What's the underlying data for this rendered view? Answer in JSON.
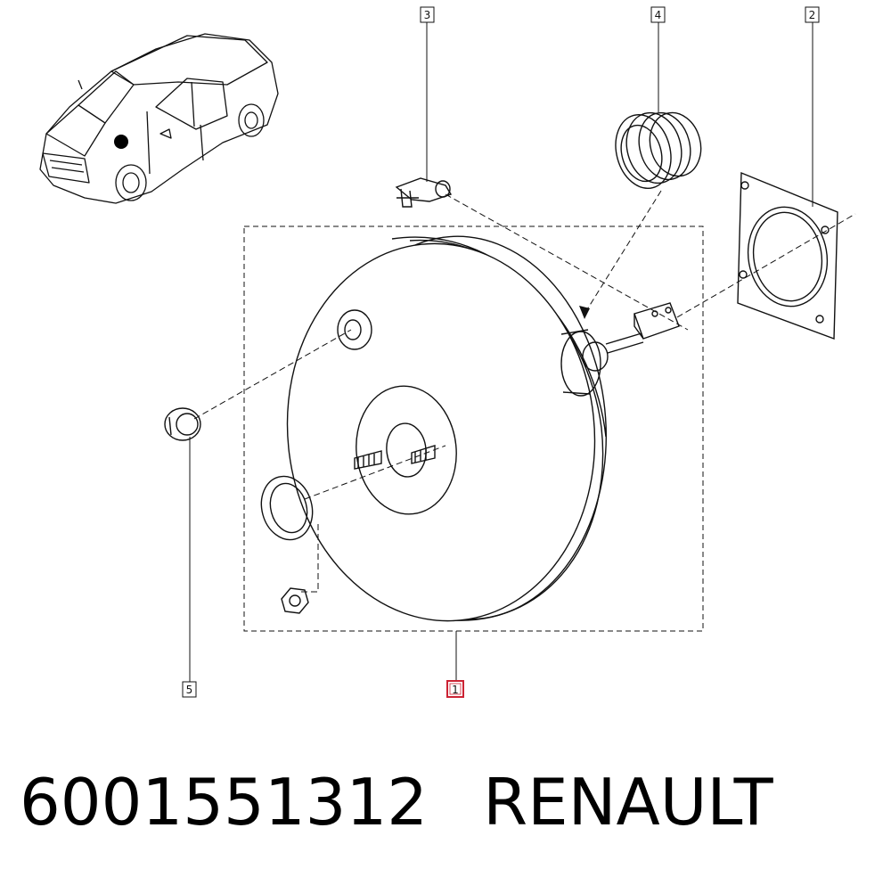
{
  "callouts": [
    {
      "id": "callout-1",
      "label": "1"
    },
    {
      "id": "callout-2",
      "label": "2"
    },
    {
      "id": "callout-3",
      "label": "3"
    },
    {
      "id": "callout-4",
      "label": "4"
    },
    {
      "id": "callout-5",
      "label": "5"
    }
  ],
  "footer": {
    "part_number": "6001551312",
    "brand": "RENAULT"
  },
  "colors": {
    "line": "#111111",
    "highlight": "#cc2233",
    "car_marker": "#000000"
  }
}
